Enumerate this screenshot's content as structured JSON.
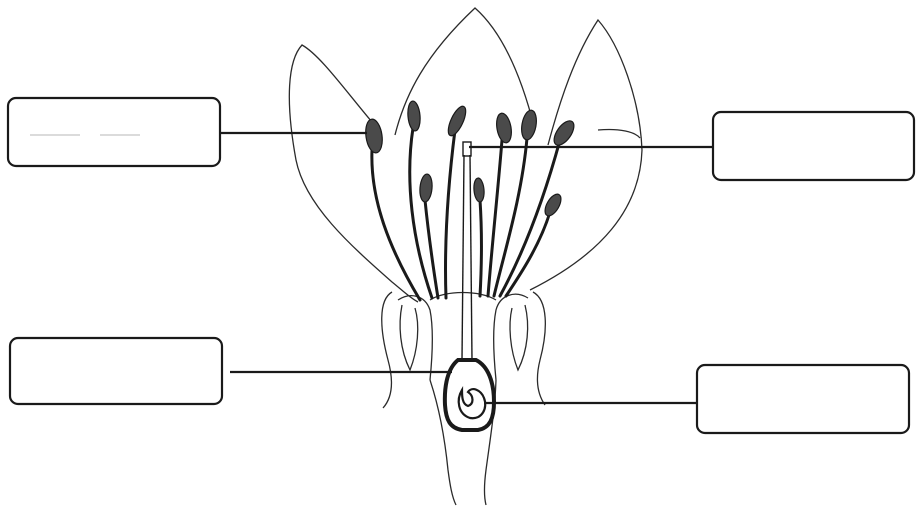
{
  "diagram": {
    "labels": [
      {
        "id": "box-top-left",
        "text": ""
      },
      {
        "id": "box-top-right",
        "text": ""
      },
      {
        "id": "box-bottom-left",
        "text": ""
      },
      {
        "id": "box-bottom-right",
        "text": ""
      }
    ]
  },
  "colors": {
    "line": "#1a1a1a",
    "anther": "#4a4a4a",
    "background": "#ffffff"
  }
}
